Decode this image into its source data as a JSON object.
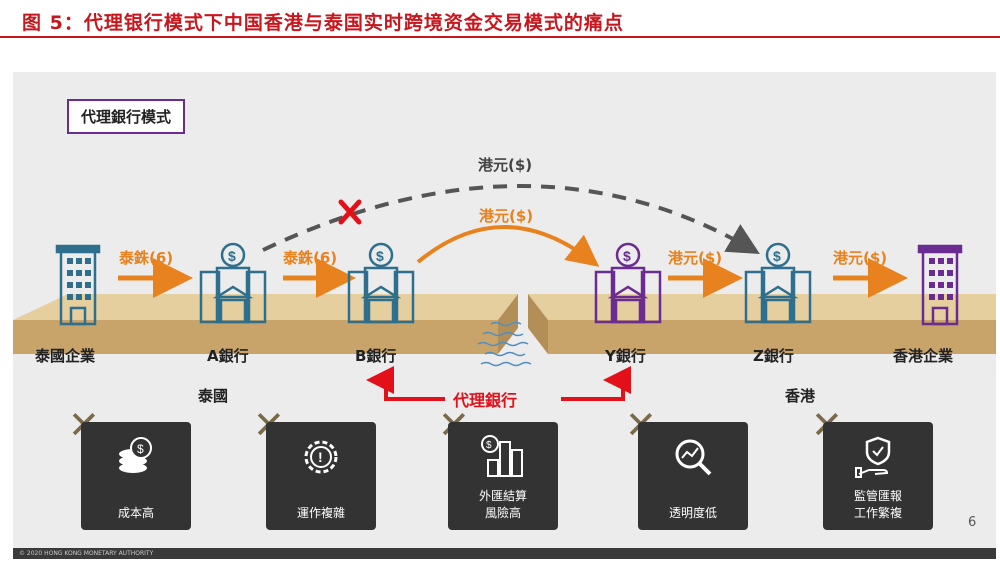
{
  "title": "图 5：代理银行模式下中国香港与泰国实时跨境资金交易模式的痛点",
  "mode_label": "代理銀行模式",
  "flows": {
    "dashed_top": "港元($)",
    "curve": "港元($)",
    "thb_1": "泰銖(6)",
    "thb_2": "泰銖(6)",
    "hkd_1": "港元($)",
    "hkd_2": "港元($)"
  },
  "banks": {
    "thai_company": "泰國企業",
    "bank_a": "A銀行",
    "bank_b": "B銀行",
    "bank_y": "Y銀行",
    "bank_z": "Z銀行",
    "hk_company": "香港企業"
  },
  "regions": {
    "thailand": "泰國",
    "hongkong": "香港"
  },
  "correspondent_label": "代理銀行",
  "pain_points": [
    {
      "label": "成本高",
      "icon": "coins-icon"
    },
    {
      "label": "運作複雜",
      "icon": "gear-warning-icon"
    },
    {
      "label": "外匯結算\n風險高",
      "icon": "fx-buildings-icon"
    },
    {
      "label": "透明度低",
      "icon": "magnifier-chart-icon"
    },
    {
      "label": "監管匯報\n工作繁複",
      "icon": "hand-shield-icon"
    }
  ],
  "page_number": "6",
  "footer": "© 2020 HONG KONG MONETARY AUTHORITY",
  "colors": {
    "title_red": "#c8161d",
    "purple": "#6a2c91",
    "orange": "#e8821e",
    "blue": "#2e6f8e",
    "red": "#e3101a",
    "dashed_gray": "#555555"
  }
}
